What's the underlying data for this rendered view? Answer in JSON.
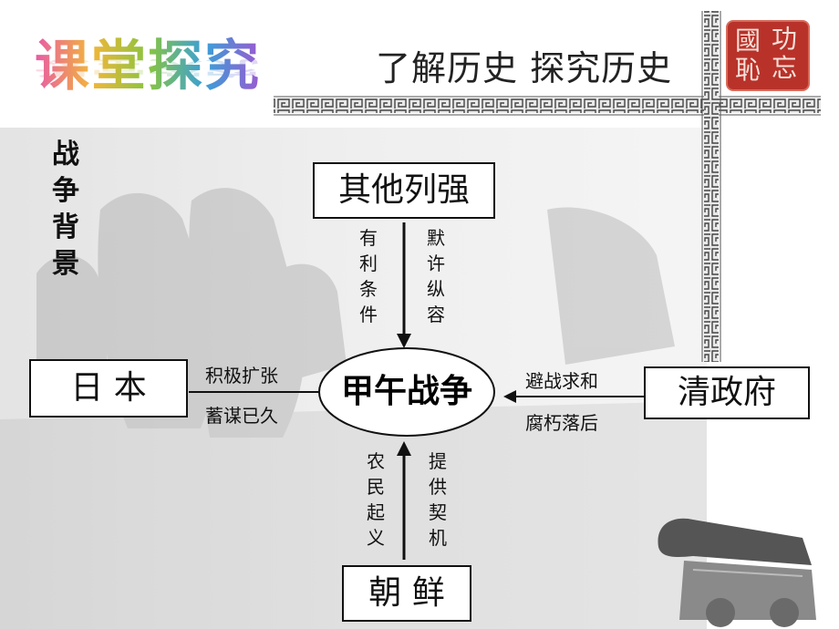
{
  "header": {
    "title": "课堂探究",
    "subtitle": "了解历史  探究历史",
    "seal_chars": [
      "國",
      "功",
      "恥",
      "忘"
    ]
  },
  "side_label": [
    "战",
    "争",
    "背",
    "景"
  ],
  "diagram": {
    "center": "甲午战争",
    "nodes": {
      "top": "其他列强",
      "left": "日 本",
      "right": "清政府",
      "bottom": "朝 鲜"
    },
    "edges": {
      "top_left": [
        "有",
        "利",
        "条",
        "件"
      ],
      "top_right": [
        "默",
        "许",
        "纵",
        "容"
      ],
      "left_top": "积极扩张",
      "left_bottom": "蓄谋已久",
      "right_top": "避战求和",
      "right_bottom": "腐朽落后",
      "bottom_left": [
        "农",
        "民",
        "起",
        "义"
      ],
      "bottom_right": [
        "提",
        "供",
        "契",
        "机"
      ]
    }
  },
  "colors": {
    "ink": "#111111",
    "seal": "#b8322a",
    "title_gradient": [
      "#e85aa8",
      "#f2b63a",
      "#8ac43f",
      "#3aa0d8",
      "#9b59d0"
    ]
  }
}
